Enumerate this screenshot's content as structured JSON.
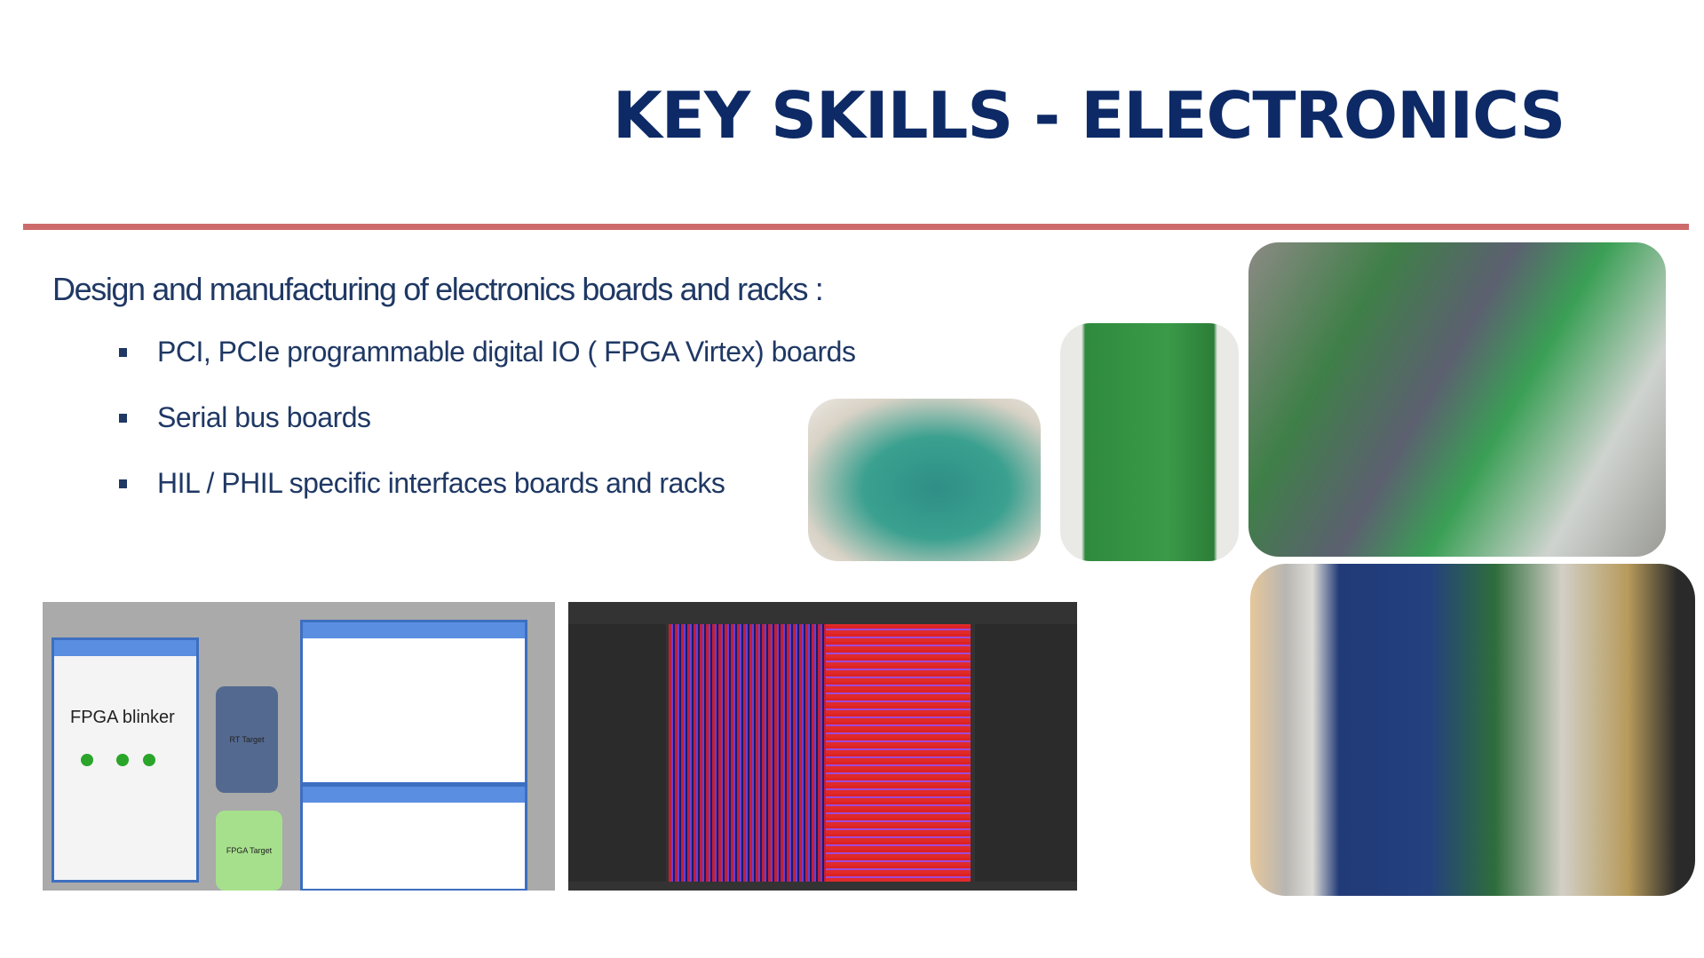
{
  "slide": {
    "title": "KEY SKILLS - ELECTRONICS",
    "heading": "Design and manufacturing of electronics boards and racks :",
    "bullets": [
      "PCI, PCIe programmable digital IO ( FPGA Virtex) boards",
      "Serial bus boards",
      "HIL / PHIL  specific interfaces boards and racks"
    ],
    "accent_color": "#cd6b6b",
    "title_color": "#0d2a66",
    "labview_screenshot": {
      "window_title": "FPGA blinker",
      "rt_target": "RT Target",
      "fpga_target": "FPGA Target"
    }
  }
}
